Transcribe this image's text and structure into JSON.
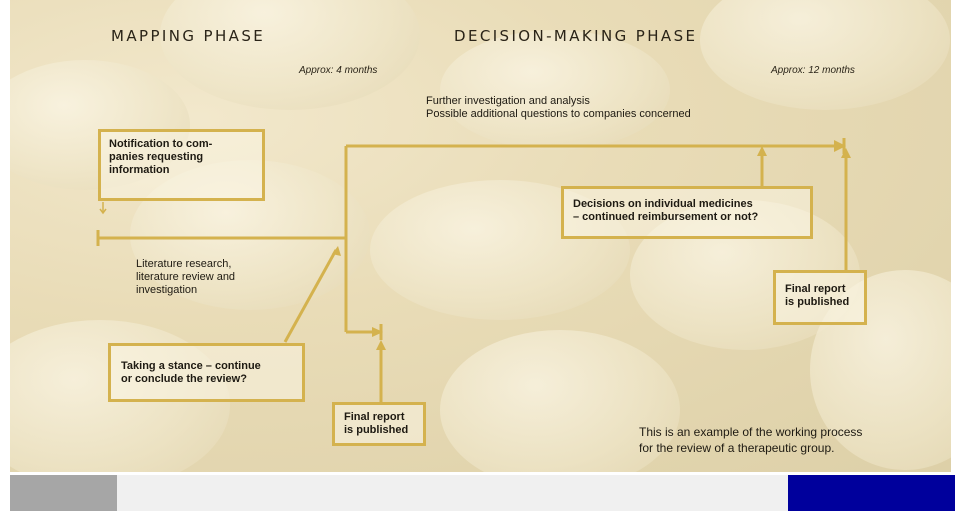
{
  "phases": {
    "mapping": "MAPPING PHASE",
    "decision": "DECISION-MAKING PHASE"
  },
  "durations": {
    "mapping": "Approx: 4 months",
    "decision": "Approx: 12 months"
  },
  "notes": {
    "further_line1": "Further investigation and analysis",
    "further_line2": "Possible additional questions to companies concerned",
    "literature_line1": "Literature research,",
    "literature_line2": "literature review and",
    "literature_line3": "investigation",
    "example_line1": "This is an example of the working process",
    "example_line2": "for the review of a therapeutic group."
  },
  "boxes": {
    "notification_line1": "Notification to com-",
    "notification_line2": "panies requesting",
    "notification_line3": "information",
    "stance_line1": "Taking a stance – continue",
    "stance_line2": "or conclude the review?",
    "report1_line1": "Final report",
    "report1_line2": "is published",
    "decisions_line1": "Decisions on individual medicines",
    "decisions_line2": "– continued reimbursement or not?",
    "report2_line1": "Final report",
    "report2_line2": "is published"
  },
  "colors": {
    "flow_line": "#d4b24e",
    "footer_left": "#a6a6a6",
    "footer_middle": "#f0f0f0",
    "footer_right": "#00009c"
  }
}
